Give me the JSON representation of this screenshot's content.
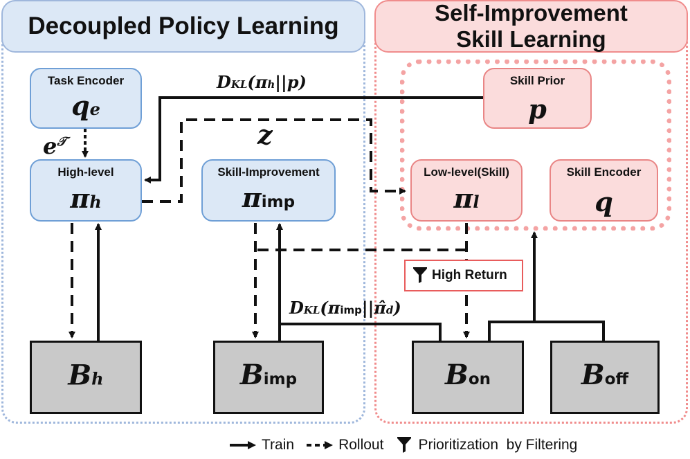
{
  "headers": {
    "left": "Decoupled Policy Learning",
    "right_line1": "Self-Improvement",
    "right_line2": "Skill Learning"
  },
  "nodes": {
    "task_encoder": {
      "label": "Task Encoder",
      "symbol": "q",
      "subscript": "e"
    },
    "high_level": {
      "label": "High-level",
      "symbol": "π",
      "subscript": "h"
    },
    "skill_improvement": {
      "label": "Skill-Improvement",
      "symbol": "π",
      "subscript": "imp"
    },
    "skill_prior": {
      "label": "Skill Prior",
      "symbol": "p"
    },
    "low_level": {
      "label": "Low-level(Skill)",
      "symbol": "π",
      "subscript": "l"
    },
    "skill_encoder": {
      "label": "Skill Encoder",
      "symbol": "q"
    },
    "buffer_h": {
      "symbol": "B",
      "subscript": "h"
    },
    "buffer_imp": {
      "symbol": "B",
      "subscript": "imp"
    },
    "buffer_on": {
      "symbol": "B",
      "subscript": "on"
    },
    "buffer_off": {
      "symbol": "B",
      "subscript": "off"
    }
  },
  "edge_labels": {
    "kl_high": "D_KL(π_h||p)",
    "kl_high_d": "D",
    "kl_high_sub": "KL",
    "kl_high_body": "(π",
    "kl_high_h": "h",
    "kl_high_tail": "||p)",
    "kl_imp_d": "D",
    "kl_imp_sub": "KL",
    "kl_imp_body": "(π",
    "kl_imp_imp": "imp",
    "kl_imp_tail": "||π̂",
    "kl_imp_dsub": "d",
    "kl_imp_close": ")",
    "z": "z",
    "e_task": "e",
    "e_task_sup": "𝒯"
  },
  "filter": {
    "label": "High Return",
    "icon": "funnel-icon"
  },
  "legend": {
    "train": "Train",
    "rollout": "Rollout",
    "prioritization": "Prioritization  by Filtering"
  },
  "colors": {
    "blue_fill": "#dce8f6",
    "blue_border": "#6f9fd6",
    "pink_fill": "#fbdcdc",
    "pink_border": "#e98585",
    "gray_fill": "#c9c9c9",
    "filter_border": "#e85c5c"
  }
}
